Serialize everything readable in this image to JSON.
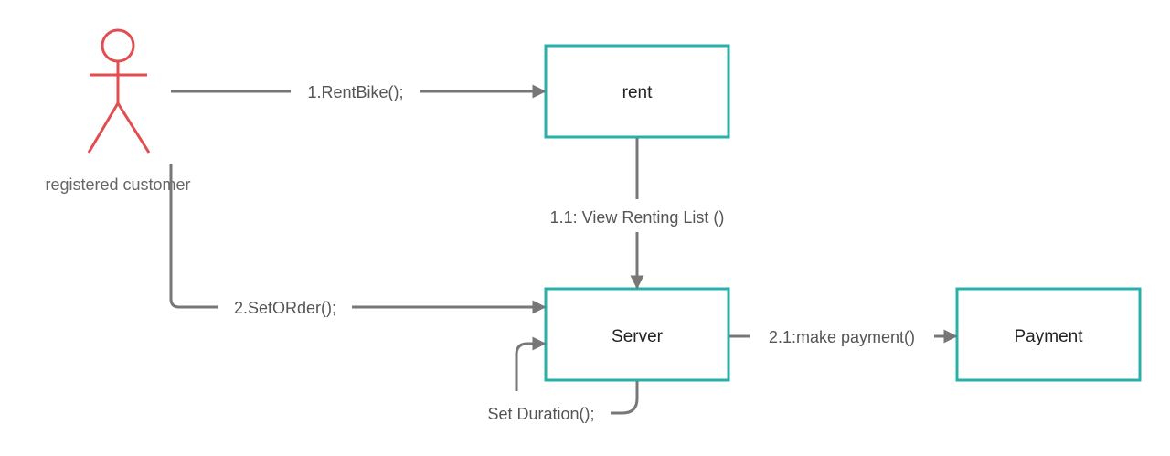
{
  "diagram": {
    "actor": {
      "label": "registered customer",
      "color": "#e04e50"
    },
    "nodes": {
      "rent": {
        "label": "rent"
      },
      "server": {
        "label": "Server"
      },
      "payment": {
        "label": "Payment"
      }
    },
    "messages": {
      "m1": "1.RentBike();",
      "m11": "1.1: View Renting List ()",
      "m2": "2.SetORder();",
      "m21": "2.1:make payment()",
      "self": "Set Duration();"
    },
    "colors": {
      "box_stroke": "#2ab0aa",
      "line": "#777777",
      "text": "#222222"
    }
  }
}
